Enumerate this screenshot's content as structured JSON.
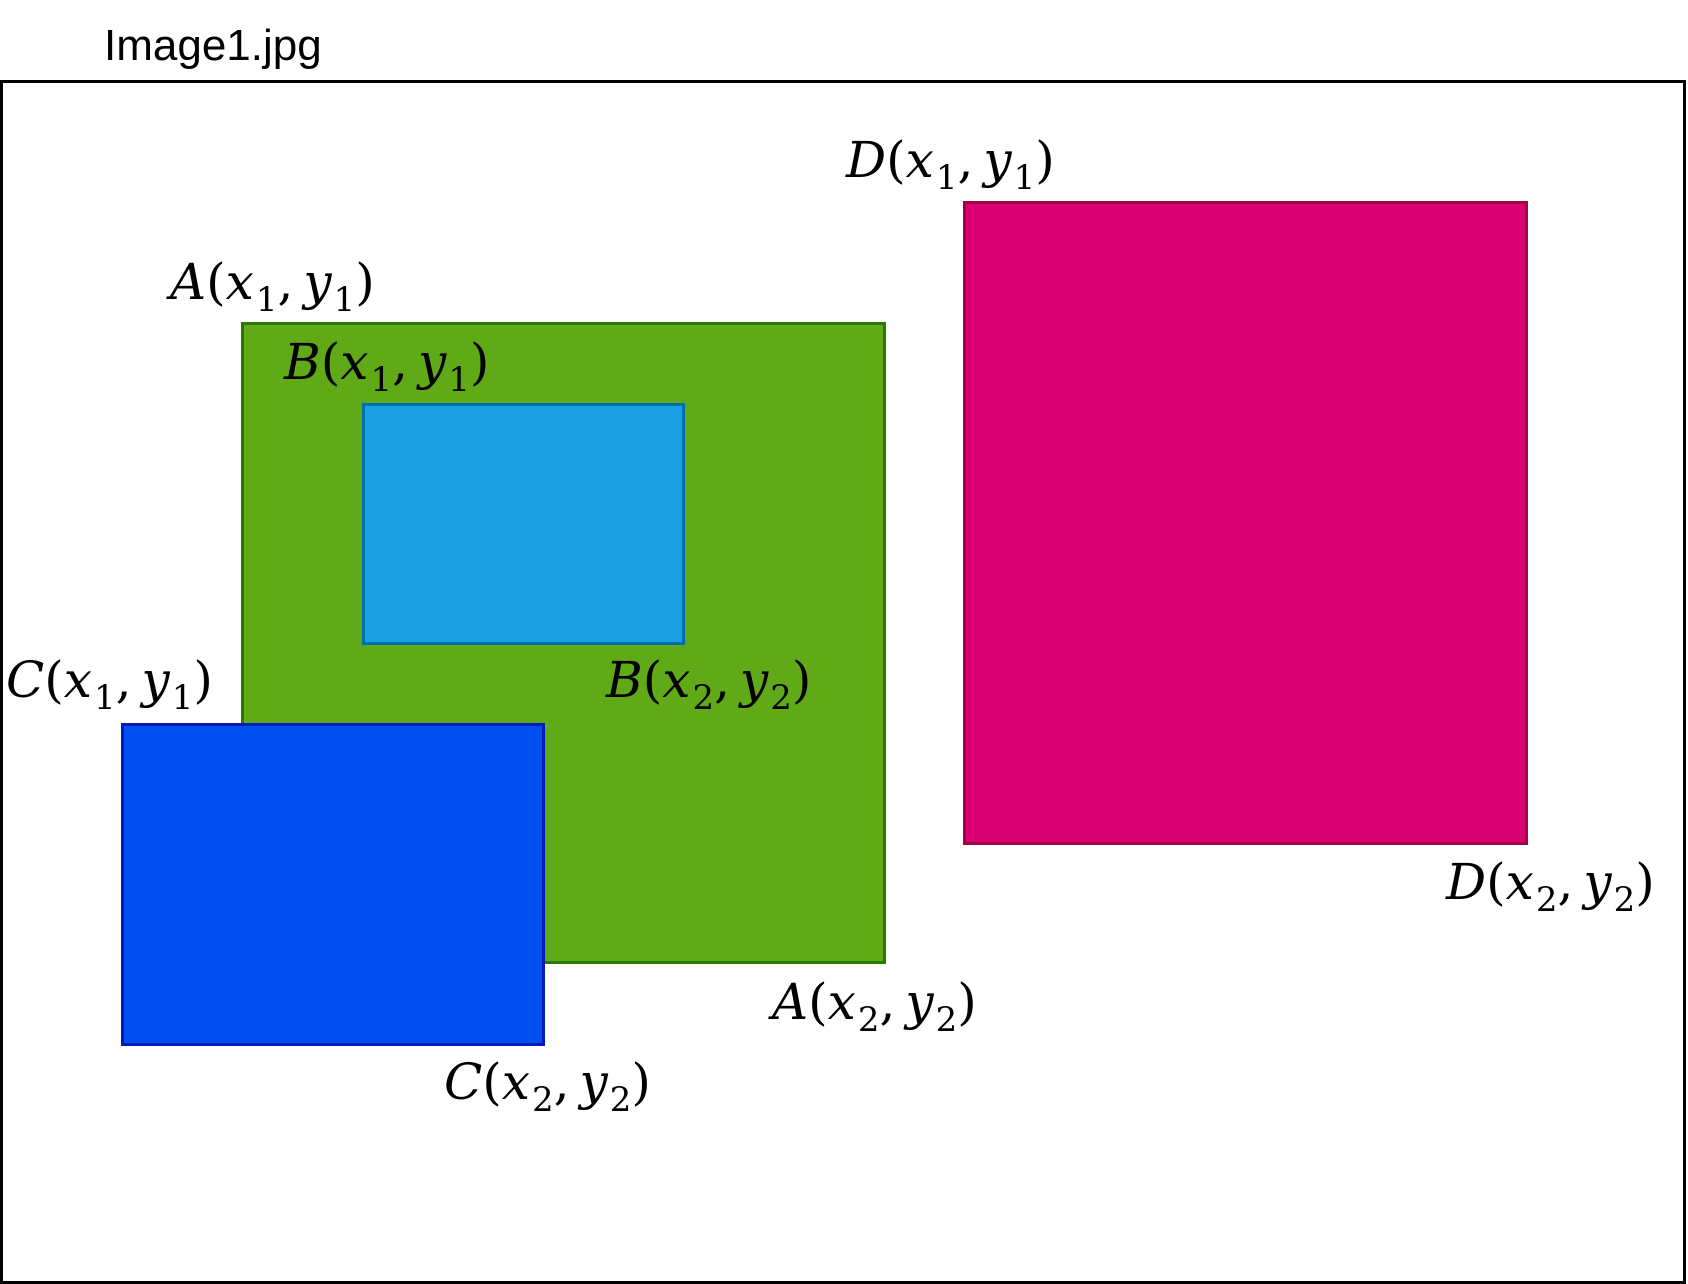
{
  "image": {
    "caption": "Image1.jpg"
  },
  "boxes": [
    {
      "id": "A",
      "name": "box-a",
      "fill": "#60a917",
      "stroke": "#2d7600",
      "corner1": {
        "point": "A",
        "x": "x",
        "x_sub": "1",
        "y": "y",
        "y_sub": "1"
      },
      "corner2": {
        "point": "A",
        "x": "x",
        "x_sub": "2",
        "y": "y",
        "y_sub": "2"
      }
    },
    {
      "id": "B",
      "name": "box-b",
      "fill": "#1ba1e2",
      "stroke": "#006eaf",
      "corner1": {
        "point": "B",
        "x": "x",
        "x_sub": "1",
        "y": "y",
        "y_sub": "1"
      },
      "corner2": {
        "point": "B",
        "x": "x",
        "x_sub": "2",
        "y": "y",
        "y_sub": "2"
      }
    },
    {
      "id": "C",
      "name": "box-c",
      "fill": "#0050ef",
      "stroke": "#001dbc",
      "corner1": {
        "point": "C",
        "x": "x",
        "x_sub": "1",
        "y": "y",
        "y_sub": "1"
      },
      "corner2": {
        "point": "C",
        "x": "x",
        "x_sub": "2",
        "y": "y",
        "y_sub": "2"
      }
    },
    {
      "id": "D",
      "name": "box-d",
      "fill": "#d80073",
      "stroke": "#a50040",
      "corner1": {
        "point": "D",
        "x": "x",
        "x_sub": "1",
        "y": "y",
        "y_sub": "1"
      },
      "corner2": {
        "point": "D",
        "x": "x",
        "x_sub": "2",
        "y": "y",
        "y_sub": "2"
      }
    }
  ]
}
